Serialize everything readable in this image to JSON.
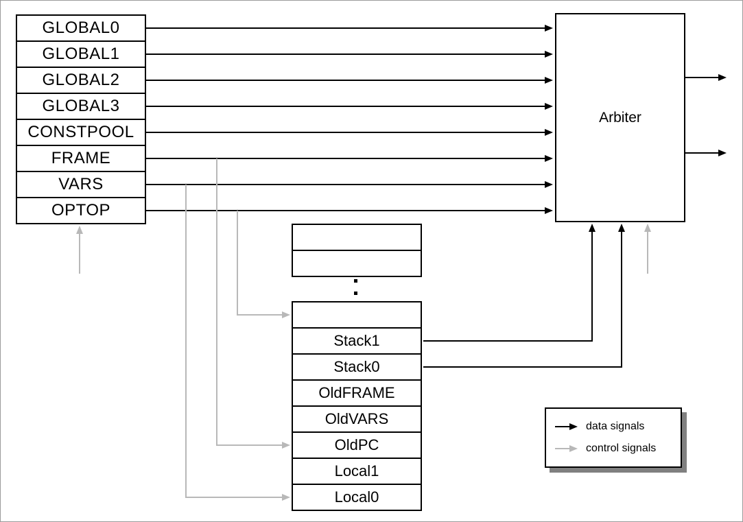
{
  "diagram": {
    "registers": [
      "GLOBAL0",
      "GLOBAL1",
      "GLOBAL2",
      "GLOBAL3",
      "CONSTPOOL",
      "FRAME",
      "VARS",
      "OPTOP"
    ],
    "arbiter_label": "Arbiter",
    "stack_top_rows": [
      "",
      ""
    ],
    "stack_rows": [
      "",
      "Stack1",
      "Stack0",
      "OldFRAME",
      "OldVARS",
      "OldPC",
      "Local1",
      "Local0"
    ],
    "legend": {
      "data_label": "data signals",
      "control_label": "control signals"
    },
    "colors": {
      "data_signal": "#000000",
      "control_signal": "#b8b8b8",
      "legend_shadow": "#808080"
    }
  }
}
